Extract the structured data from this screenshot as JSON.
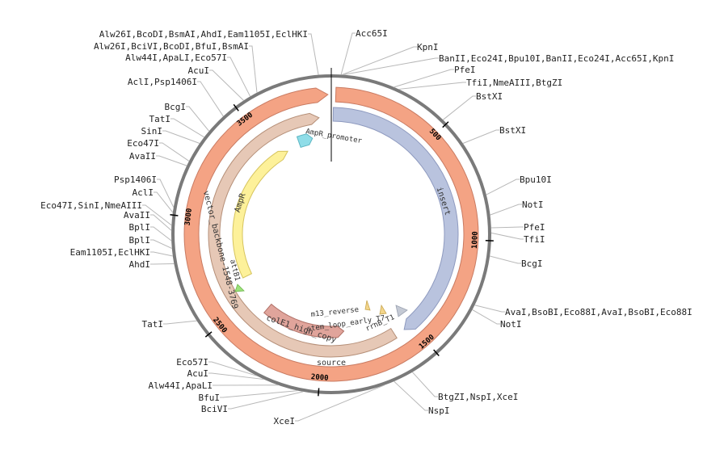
{
  "plasmid": {
    "length": 3900,
    "colors": {
      "backbone_ring": "#7a7a7a",
      "source": "#f4a384",
      "source_stroke": "#c97b62",
      "insert": "#b9c3de",
      "insert_stroke": "#8e9abf",
      "vector_backbone": "#e6c8b6",
      "vector_backbone_stroke": "#b58f78",
      "ampr": "#fdf19a",
      "ampr_stroke": "#d6c45e",
      "ampr_promoter": "#8fdde8",
      "cole1": "#e0a49b",
      "cole1_stroke": "#b07066",
      "rrnb": "#c4c9d4",
      "attb1": "#9be27a",
      "m13": "#f3d58a",
      "stemloop": "#f3d58a",
      "origin_line": "#000000"
    }
  },
  "ticks": [
    {
      "pos": 500,
      "label": "500"
    },
    {
      "pos": 1000,
      "label": "1000"
    },
    {
      "pos": 1500,
      "label": "1500"
    },
    {
      "pos": 2000,
      "label": "2000"
    },
    {
      "pos": 2500,
      "label": "2500"
    },
    {
      "pos": 3000,
      "label": "3000"
    },
    {
      "pos": 3500,
      "label": "3500"
    }
  ],
  "features": {
    "source": "source",
    "insert": "insert",
    "vector_backbone": "vector_backbone-1548-3769",
    "ampr": "AmpR",
    "ampr_promoter": "AmpR_promoter",
    "cole1": "colE1_high_copy",
    "attb1": "attB1",
    "rrnb": "rrnB_T1",
    "stem_loop": "stem_loop_early_T7",
    "m13": "m13_reverse"
  },
  "sites_right": [
    {
      "text": "Acc65I",
      "pos": 38
    },
    {
      "text": "KpnI",
      "pos": 42
    },
    {
      "text": "BanII,Eco24I,Bpu10I,BanII,Eco24I,Acc65I,KpnI",
      "pos": 46
    },
    {
      "text": "PfeI",
      "pos": 250
    },
    {
      "text": "TfiI,NmeAIII,BtgZI",
      "pos": 270
    },
    {
      "text": "BstXI",
      "pos": 480
    },
    {
      "text": "BstXI",
      "pos": 600
    },
    {
      "text": "Bpu10I",
      "pos": 820
    },
    {
      "text": "NotI",
      "pos": 900
    },
    {
      "text": "PfeI",
      "pos": 950
    },
    {
      "text": "TfiI",
      "pos": 970
    },
    {
      "text": "BcgI",
      "pos": 1060
    },
    {
      "text": "AvaI,BsoBI,Eco88I,AvaI,BsoBI,Eco88I",
      "pos": 1260
    },
    {
      "text": "NotI",
      "pos": 1280
    },
    {
      "text": "BtgZI,NspI,XceI",
      "pos": 1620
    },
    {
      "text": "NspI",
      "pos": 1700
    }
  ],
  "sites_left": [
    {
      "text": "Alw26I,BcoDI,BsmAI,AhdI,Eam1105I,EclHKI",
      "pos": 3850
    },
    {
      "text": "Alw26I,BciVI,BcoDI,BfuI,BsmAI",
      "pos": 3600
    },
    {
      "text": "Alw44I,ApaLI,Eco57I",
      "pos": 3570
    },
    {
      "text": "AcuI",
      "pos": 3540
    },
    {
      "text": "AclI,Psp1406I",
      "pos": 3440
    },
    {
      "text": "BcgI",
      "pos": 3360
    },
    {
      "text": "TatI",
      "pos": 3330
    },
    {
      "text": "SinI",
      "pos": 3300
    },
    {
      "text": "Eco47I",
      "pos": 3220
    },
    {
      "text": "AvaII",
      "pos": 3200
    },
    {
      "text": "Psp1406I",
      "pos": 3030
    },
    {
      "text": "AclI",
      "pos": 3010
    },
    {
      "text": "Eco47I,SinI,NmeAIII",
      "pos": 2960
    },
    {
      "text": "AvaII",
      "pos": 2940
    },
    {
      "text": "BplI",
      "pos": 2900
    },
    {
      "text": "BplI",
      "pos": 2870
    },
    {
      "text": "Eam1105I,EclHKI",
      "pos": 2840
    },
    {
      "text": "AhdI",
      "pos": 2810
    },
    {
      "text": "TatI",
      "pos": 2570
    },
    {
      "text": "Eco57I",
      "pos": 2250
    },
    {
      "text": "AcuI",
      "pos": 2220
    },
    {
      "text": "Alw44I,ApaLI",
      "pos": 2160
    },
    {
      "text": "BfuI",
      "pos": 2080
    },
    {
      "text": "BciVI",
      "pos": 2060
    },
    {
      "text": "XceI",
      "pos": 1740
    }
  ]
}
